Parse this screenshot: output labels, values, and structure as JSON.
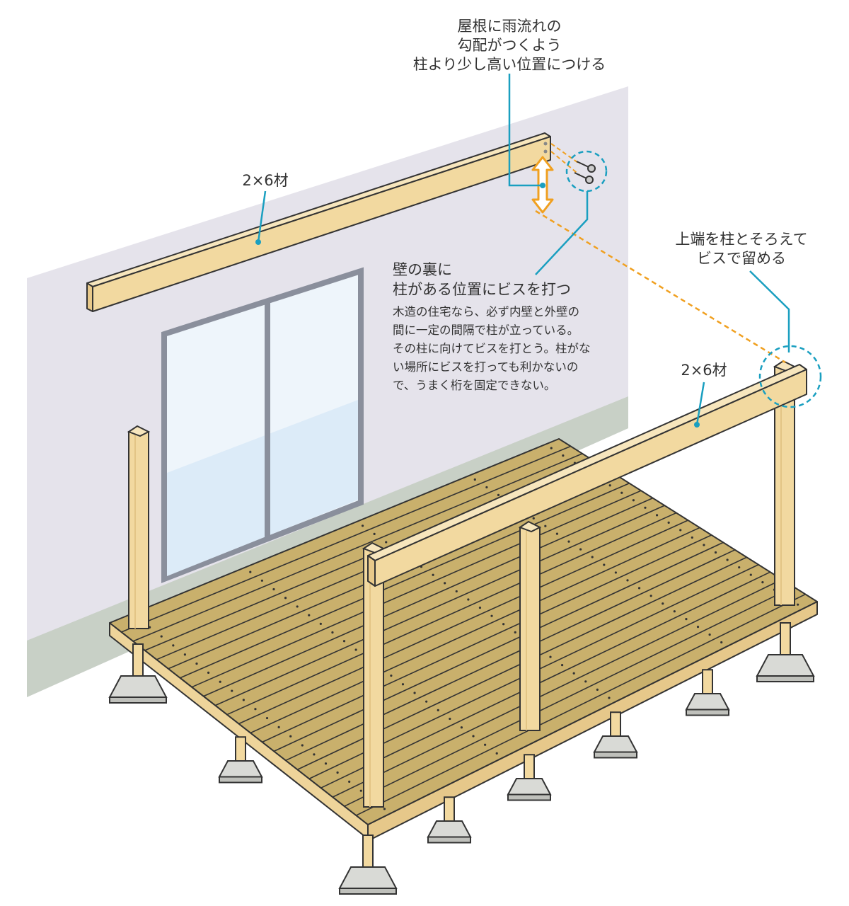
{
  "callouts": {
    "top_note": [
      "屋根に雨流れの",
      "勾配がつくよう",
      "柱より少し高い位置につける"
    ],
    "beam_wall": "2×6材",
    "beam_front": "2×6材",
    "align_note": [
      "上端を柱とそろえて",
      "ビスで留める"
    ],
    "screw_heading": [
      "壁の裏に",
      "柱がある位置にビスを打つ"
    ],
    "screw_body": [
      "木造の住宅なら、必ず内壁と外壁の",
      "間に一定の間隔で柱が立っている。",
      "その柱に向けてビスを打とう。柱がな",
      "い場所にビスを打っても利かないの",
      "で、うまく桁を固定できない。"
    ]
  },
  "colors": {
    "wall": "#e5e3eb",
    "wall_base": "#c8d0c6",
    "wood": "#f2d9a0",
    "deck": "#c9b06c",
    "leader": "#1a9fc0",
    "guide": "#f0a020",
    "footing": "#d9dad6"
  }
}
